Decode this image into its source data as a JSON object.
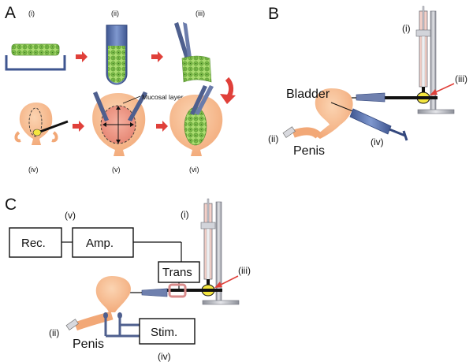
{
  "panels": {
    "a": {
      "letter": "A",
      "steps": [
        "(i)",
        "(ii)",
        "(iii)",
        "(iv)",
        "(v)",
        "(vi)"
      ],
      "mucosal_label": "Mucosal layer"
    },
    "b": {
      "letter": "B",
      "bladder": "Bladder",
      "penis": "Penis",
      "labels": {
        "i": "(i)",
        "ii": "(ii)",
        "iii": "(iii)",
        "iv": "(iv)"
      }
    },
    "c": {
      "letter": "C",
      "penis": "Penis",
      "labels": {
        "i": "(i)",
        "ii": "(ii)",
        "iii": "(iii)",
        "iv": "(iv)",
        "v": "(v)"
      },
      "boxes": {
        "rec": "Rec.",
        "amp": "Amp.",
        "trans": "Trans",
        "stim": "Stim."
      }
    }
  },
  "colors": {
    "tissue": "#f6b98d",
    "cells": "#8fcf52",
    "tool_blue": "#5b6d99",
    "arrow_red": "#e0403a",
    "syringe_pink": "#f4d0c8",
    "yellow": "#f4e640"
  }
}
